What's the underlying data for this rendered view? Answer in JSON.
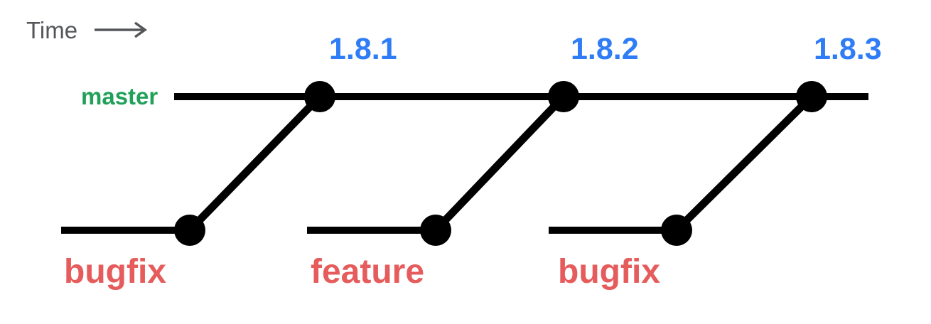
{
  "diagram": {
    "time_axis": {
      "label": "Time",
      "arrow_icon": "right-arrow"
    },
    "master_branch": {
      "label": "master"
    },
    "releases": [
      {
        "version": "1.8.1"
      },
      {
        "version": "1.8.2"
      },
      {
        "version": "1.8.3"
      }
    ],
    "topic_branches": [
      {
        "label": "bugfix"
      },
      {
        "label": "feature"
      },
      {
        "label": "bugfix"
      }
    ],
    "colors": {
      "master_label": "#21A05A",
      "release_tag": "#2F7DF6",
      "topic_label": "#E65C5C",
      "time_label": "#54565A",
      "graph_line": "#000000",
      "background": "#FFFFFF"
    }
  }
}
